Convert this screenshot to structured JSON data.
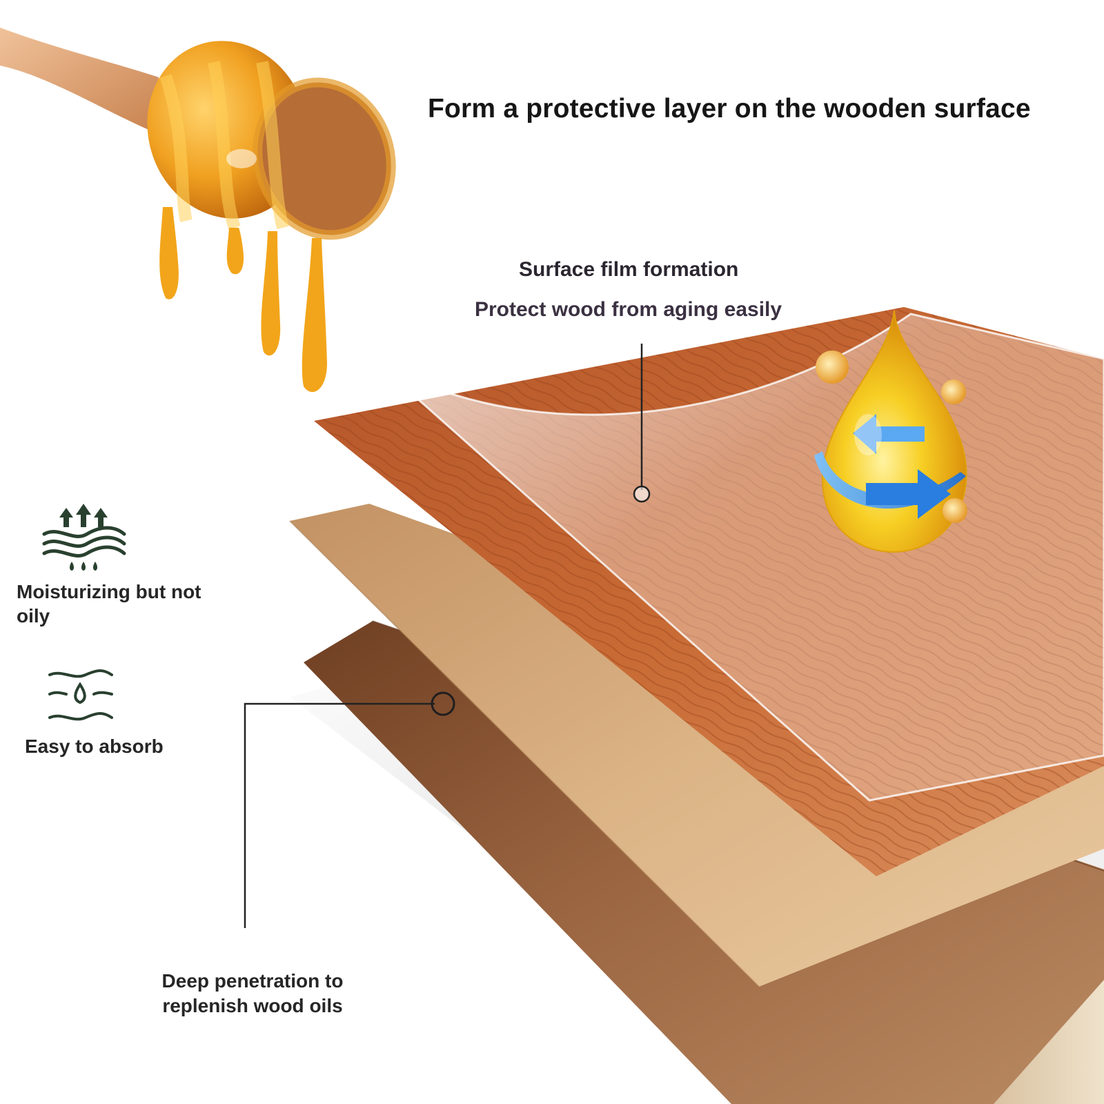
{
  "headline": "Form a protective layer on the wooden surface",
  "film_callout": {
    "title": "Surface film formation",
    "subtitle": "Protect wood from aging easily"
  },
  "features": {
    "moisturizing": {
      "label": "Moisturizing but not oily",
      "icon": "moisture-wave-icon"
    },
    "absorb": {
      "label": "Easy to absorb",
      "icon": "absorb-drop-icon"
    }
  },
  "deep_callout": {
    "text": "Deep penetration to replenish wood oils"
  },
  "illustration": {
    "dipper": "honey-dipper",
    "layers": [
      "protective-film",
      "veneer-top",
      "veneer-middle",
      "plywood-base"
    ],
    "oil_drop": "oil-drop-with-arrows",
    "colors": {
      "honey": "#e89a18",
      "oil_drop": "#f2c011",
      "arrow": "#3d8ee6",
      "top_wood": "#c56a35",
      "middle_wood": "#c99b6c",
      "base_wood": "#8b5330",
      "icon_green": "#29402f"
    }
  }
}
